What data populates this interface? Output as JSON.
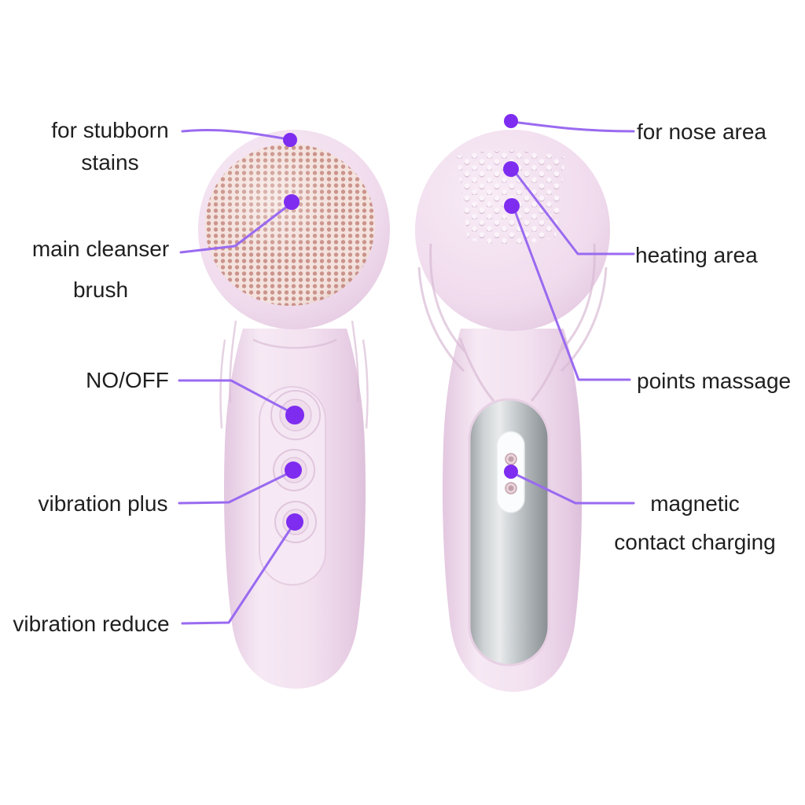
{
  "title": "facial cleansing brush annotated product diagram",
  "colors": {
    "background": "#ffffff",
    "text": "#1f1f1f",
    "marker_dot": "#7e2cf0",
    "leader_line": "#9a6af0",
    "device_pink": "#f2e0ef",
    "ridge_pink": "#d9bbd5",
    "bristle_dot": "#cb948c",
    "bristle_base": "#f4e2de"
  },
  "labels": {
    "stubborn": {
      "line1": "for stubborn",
      "line2": "stains"
    },
    "cleanser": {
      "line1": "main cleanser",
      "line2": "brush"
    },
    "power": "NO/OFF",
    "vibration_plus": "vibration plus",
    "vibration_reduce": "vibration reduce",
    "nose": "for nose area",
    "heating": "heating area",
    "points": "points massage",
    "magnetic": {
      "line1": "magnetic",
      "line2": "contact charging"
    }
  }
}
